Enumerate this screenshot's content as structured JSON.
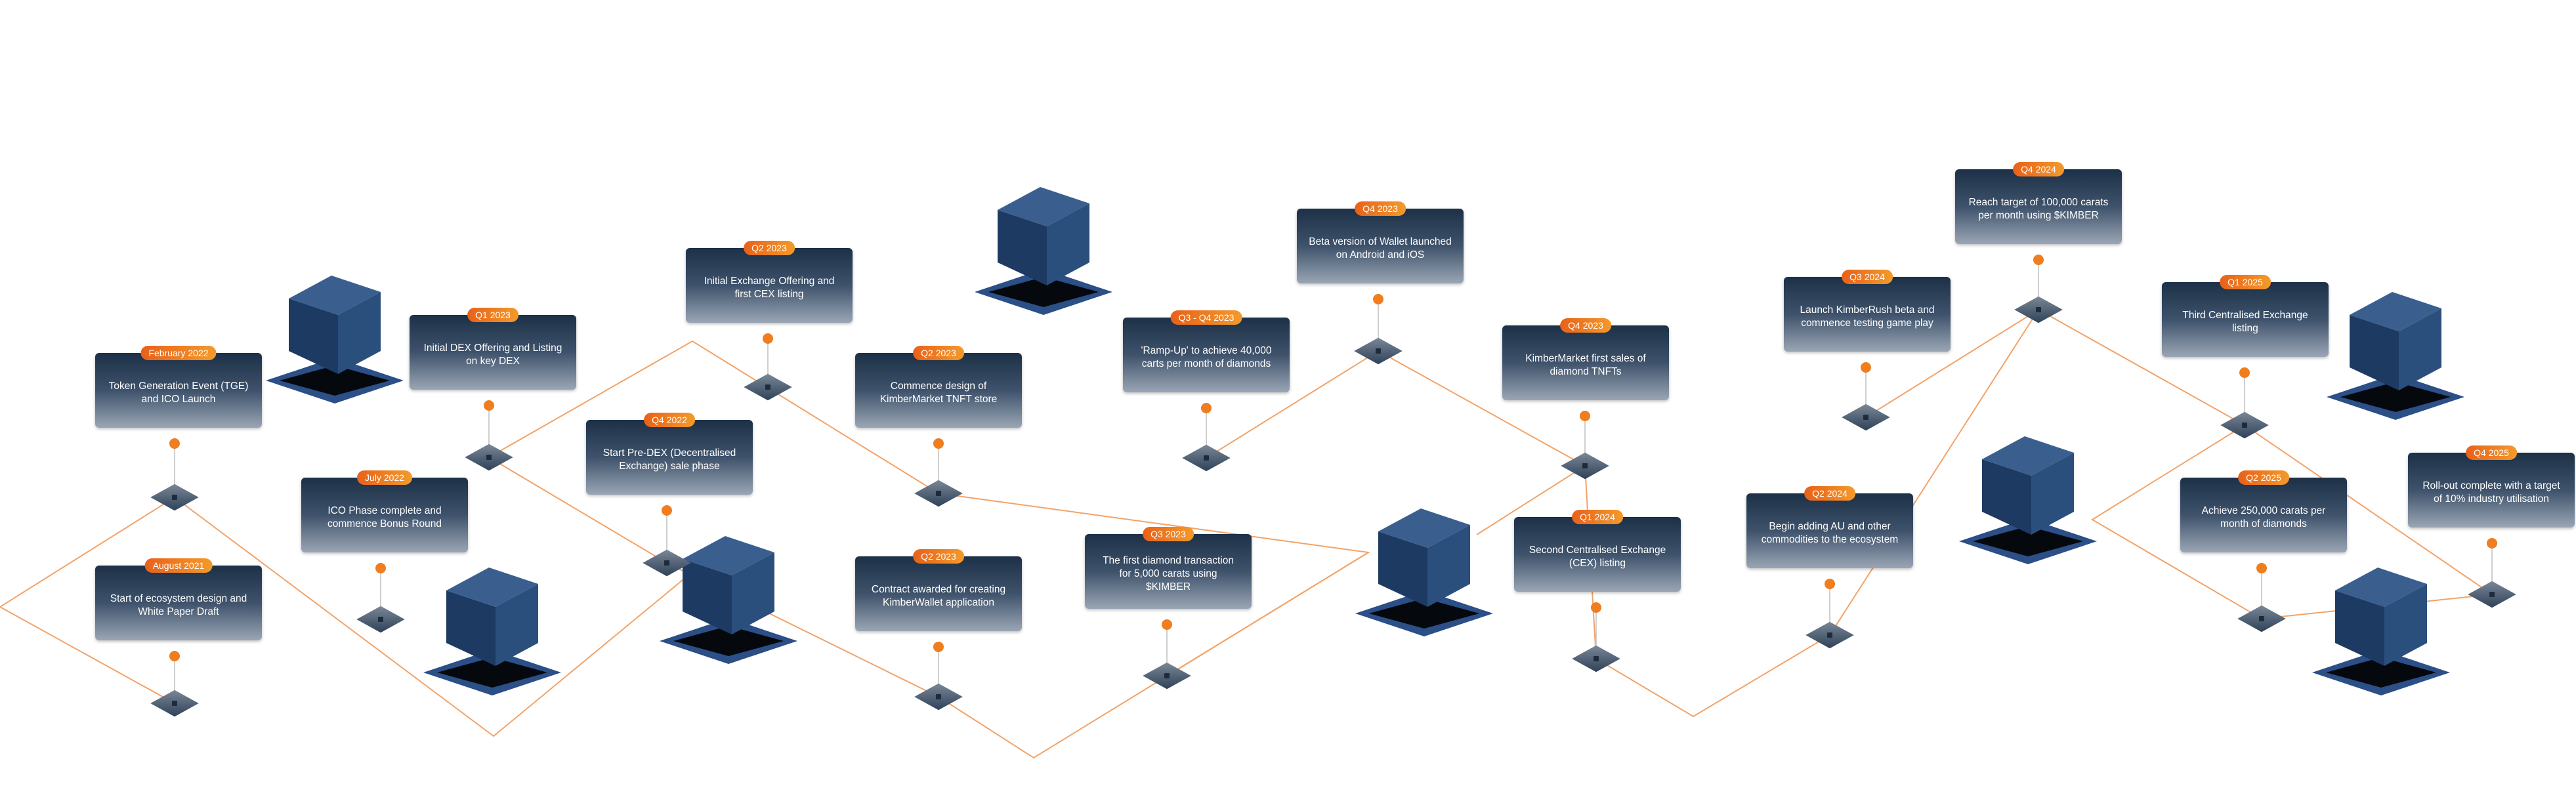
{
  "colors": {
    "accent": "#f07d1e",
    "line": "#f2a36a",
    "card_top": "#1c3047",
    "card_bottom": "#9aa6b5",
    "cube": "#2a4a77"
  },
  "milestones": [
    {
      "date": "August 2021",
      "text": "Start of ecosystem design and White Paper Draft"
    },
    {
      "date": "February 2022",
      "text": "Token Generation Event (TGE) and ICO Launch"
    },
    {
      "date": "July 2022",
      "text": "ICO Phase complete and commence Bonus Round"
    },
    {
      "date": "Q1 2023",
      "text": "Initial DEX Offering and Listing on key DEX"
    },
    {
      "date": "Q4 2022",
      "text": "Start Pre-DEX (Decentralised Exchange) sale phase"
    },
    {
      "date": "Q2 2023",
      "text": "Initial Exchange Offering and first CEX listing"
    },
    {
      "date": "Q2 2023",
      "text": "Commence design of KimberMarket TNFT store"
    },
    {
      "date": "Q2 2023",
      "text": "Contract awarded for creating KimberWallet application"
    },
    {
      "date": "Q3 2023",
      "text": "The first diamond transaction for 5,000 carats using $KIMBER"
    },
    {
      "date": "Q3 - Q4 2023",
      "text": "'Ramp-Up' to achieve 40,000 carts per month of diamonds"
    },
    {
      "date": "Q4 2023",
      "text": "Beta version of Wallet launched on Android and iOS"
    },
    {
      "date": "Q4 2023",
      "text": "KimberMarket first sales of diamond TNFTs"
    },
    {
      "date": "Q1 2024",
      "text": "Second Centralised Exchange (CEX) listing"
    },
    {
      "date": "Q2 2024",
      "text": "Begin adding AU and other commodities to the ecosystem"
    },
    {
      "date": "Q3 2024",
      "text": "Launch KimberRush beta and commence testing game play"
    },
    {
      "date": "Q4 2024",
      "text": "Reach target of 100,000 carats per month using $KIMBER"
    },
    {
      "date": "Q1 2025",
      "text": "Third Centralised Exchange listing"
    },
    {
      "date": "Q2 2025",
      "text": "Achieve 250,000 carats per month of diamonds"
    },
    {
      "date": "Q4 2025",
      "text": "Roll-out complete with a target of 10% industry utilisation"
    }
  ],
  "cube_icon": "diamond-cube-icon"
}
